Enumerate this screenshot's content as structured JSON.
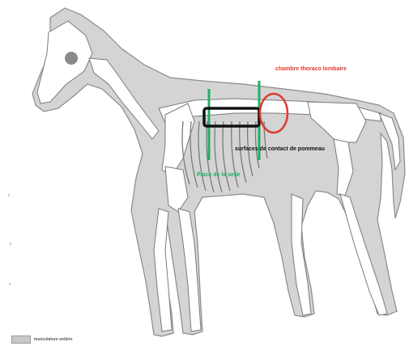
{
  "annotations": {
    "red_label": "chambre thoraco lombaire",
    "black_label": "surfaces de contact de pommeau",
    "green_label": "Place de la selle"
  },
  "legend": {
    "text": "musculature entière"
  },
  "colors": {
    "red": "#e03a2e",
    "green": "#1fae6a",
    "black": "#111111",
    "silhouette": "#d4d4d4",
    "bone": "#ffffff"
  }
}
